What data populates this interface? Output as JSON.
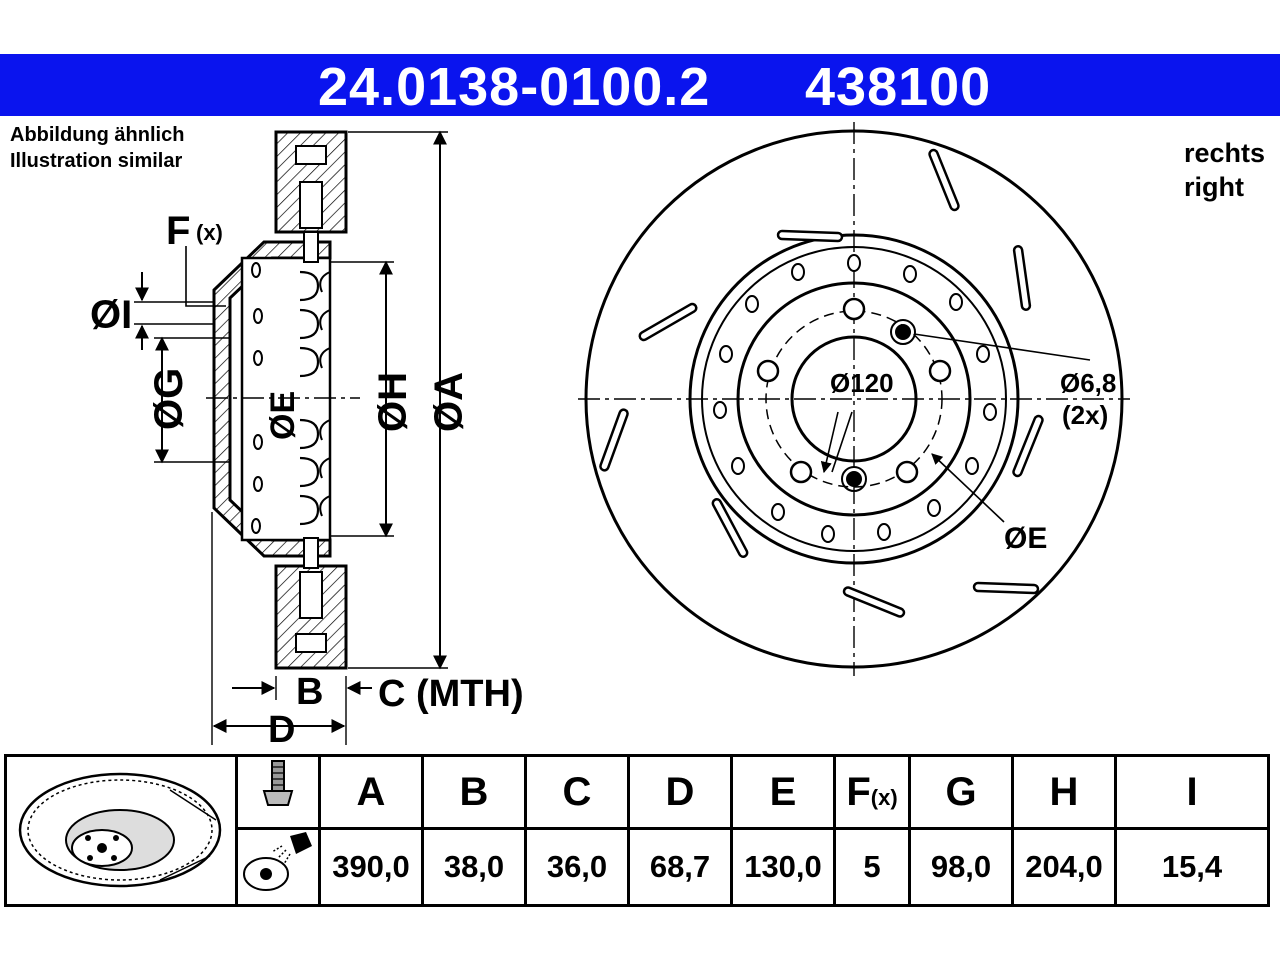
{
  "header": {
    "part_number": "24.0138-0100.2",
    "secondary_number": "438100"
  },
  "note": {
    "line1": "Abbildung ähnlich",
    "line2": "Illustration similar"
  },
  "side": {
    "line1": "rechts",
    "line2": "right"
  },
  "section_labels": {
    "F": "F",
    "F_suffix": "(x)",
    "I": "ØI",
    "G": "ØG",
    "E": "ØE",
    "H": "ØH",
    "A": "ØA",
    "B": "B",
    "C": "C (MTH)",
    "D": "D"
  },
  "front_labels": {
    "center": "Ø120",
    "hole": "Ø6,8",
    "hole_count": "(2x)",
    "E": "ØE"
  },
  "table": {
    "headers": [
      "A",
      "B",
      "C",
      "D",
      "E",
      "F",
      "G",
      "H",
      "I"
    ],
    "f_suffix": "(x)",
    "values": [
      "390,0",
      "38,0",
      "36,0",
      "68,7",
      "130,0",
      "5",
      "98,0",
      "204,0",
      "15,4"
    ]
  },
  "colors": {
    "header_bg": "#0a14ee",
    "header_text": "#ffffff"
  }
}
